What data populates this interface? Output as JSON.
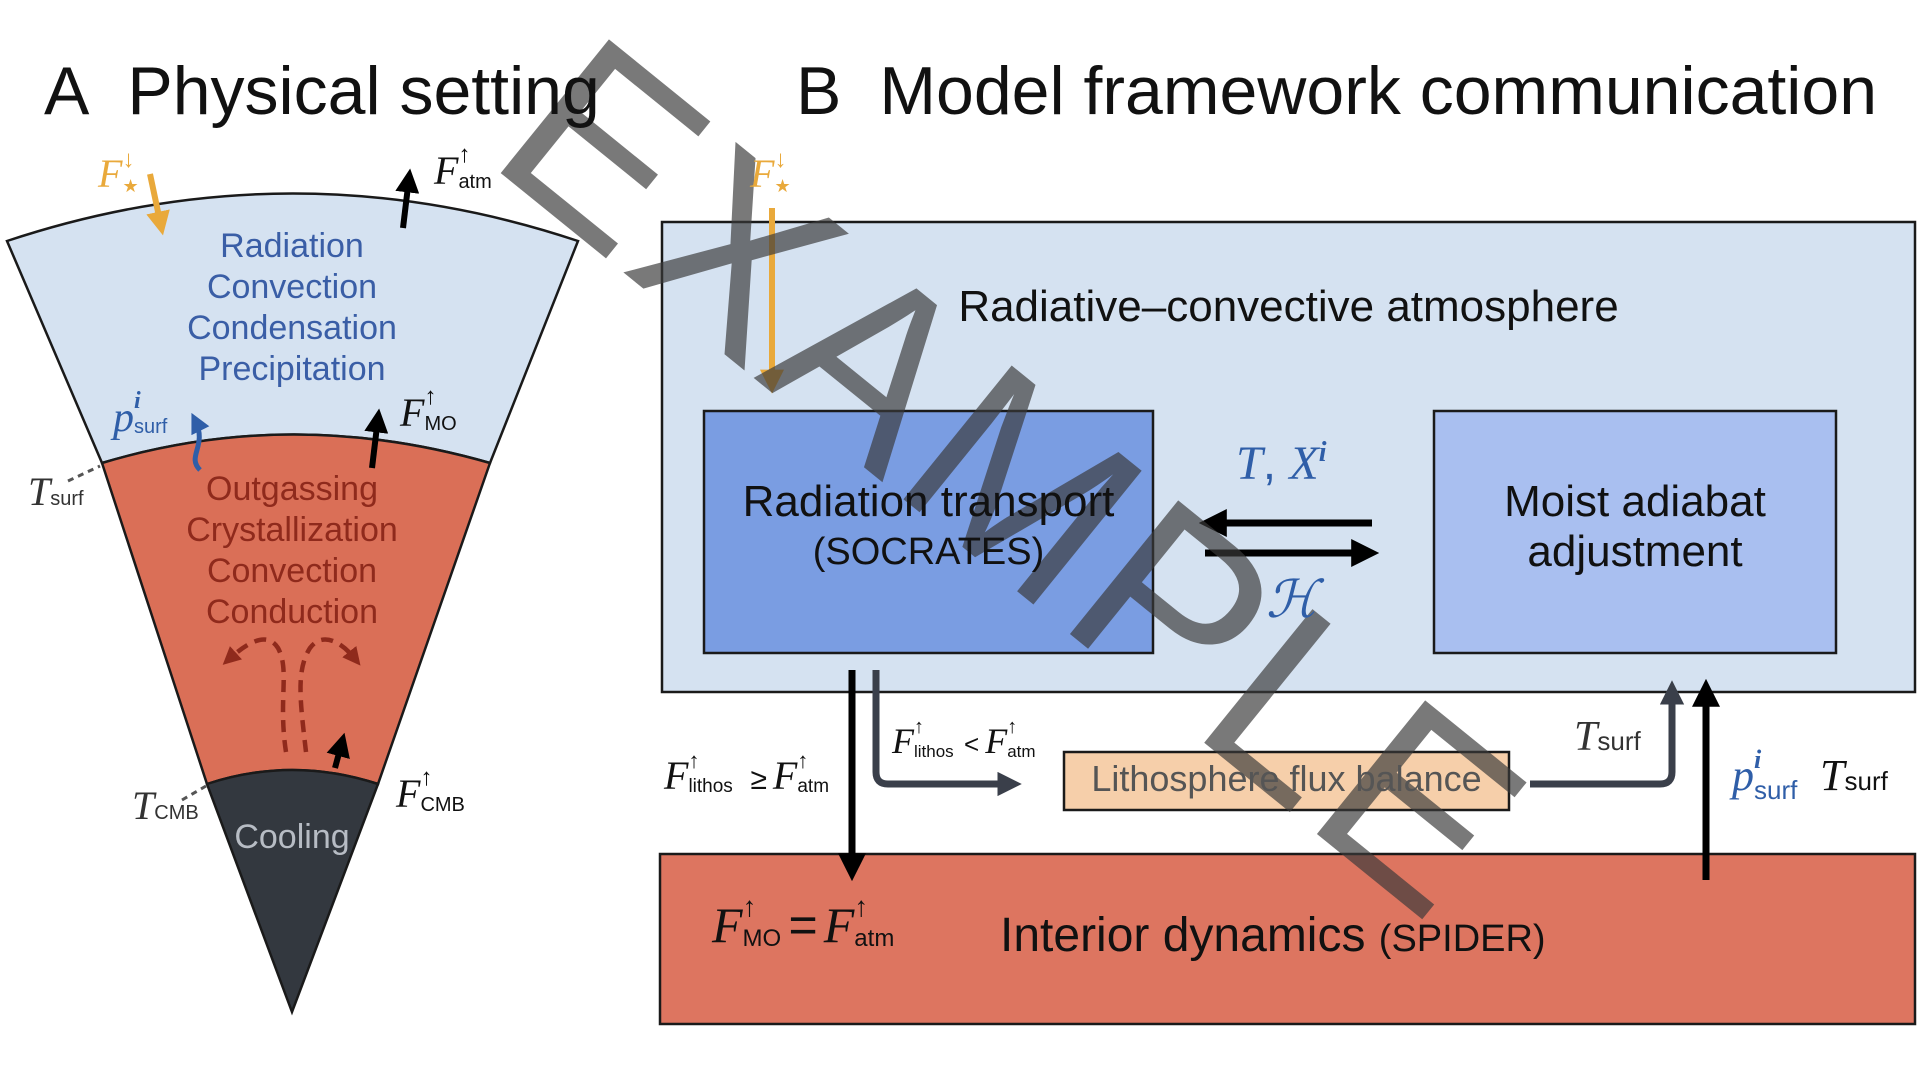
{
  "panel_a": {
    "letter": "A",
    "title": "Physical setting",
    "atmosphere_processes": [
      "Radiation",
      "Convection",
      "Condensation",
      "Precipitation"
    ],
    "mantle_processes": [
      "Outgassing",
      "Crystallization",
      "Convection",
      "Conduction"
    ],
    "core_process": "Cooling",
    "labels": {
      "f_star_sym": "F",
      "f_star_sub": "★",
      "f_star_sup": "↓",
      "f_atm_sym": "F",
      "f_atm_sub": "atm",
      "f_atm_sup": "↑",
      "p_surf_sym": "p",
      "p_surf_sup": "i",
      "p_surf_sub": "surf",
      "f_mo_sym": "F",
      "f_mo_sub": "MO",
      "f_mo_sup": "↑",
      "t_surf_sym": "T",
      "t_surf_sub": "surf",
      "t_cmb_sym": "T",
      "t_cmb_sub": "CMB",
      "f_cmb_sym": "F",
      "f_cmb_sub": "CMB",
      "f_cmb_sup": "↑"
    }
  },
  "panel_b": {
    "letter": "B",
    "title": "Model framework communication",
    "atmosphere_box": "Radiative–convective atmosphere",
    "radiation_box_line1": "Radiation transport",
    "radiation_box_line2": "(SOCRATES)",
    "moist_box_line1": "Moist adiabat",
    "moist_box_line2": "adjustment",
    "lithosphere_box": "Lithosphere flux balance",
    "interior_box_main": "Interior dynamics ",
    "interior_box_code": "(SPIDER)",
    "labels": {
      "f_star_sym": "F",
      "f_star_sub": "★",
      "f_star_sup": "↓",
      "t_x_T": "T",
      "t_x_sep": ", ",
      "t_x_X": "X",
      "t_x_sup": "i",
      "h_sym": "ℋ",
      "cond_ge_left_sym": "F",
      "cond_ge_left_sub": "lithos",
      "cond_ge_left_sup": "↑",
      "cond_ge_op": "≥",
      "cond_ge_right_sym": "F",
      "cond_ge_right_sub": "atm",
      "cond_ge_right_sup": "↑",
      "cond_lt_left_sym": "F",
      "cond_lt_left_sub": "lithos",
      "cond_lt_left_sup": "↑",
      "cond_lt_op": "<",
      "cond_lt_right_sym": "F",
      "cond_lt_right_sub": "atm",
      "cond_lt_right_sup": "↑",
      "t_surf_sym": "T",
      "t_surf_sub": "surf",
      "p_surf_sym": "p",
      "p_surf_sup": "i",
      "p_surf_sub": "surf",
      "t_surf2_sym": "T",
      "t_surf2_sub": "surf",
      "eq_left_sym": "F",
      "eq_left_sub": "MO",
      "eq_left_sup": "↑",
      "eq_op": "=",
      "eq_right_sym": "F",
      "eq_right_sub": "atm",
      "eq_right_sup": "↑"
    }
  },
  "watermark": "EXAMPLE",
  "colors": {
    "atmosphere": "#d5e2f1",
    "mantle": "#da6f57",
    "core": "#33383f",
    "radiation_box": "#7a9de2",
    "moist_box": "#a9bff0",
    "lithosphere": "#f6cfaa",
    "interior": "#dd7560",
    "stellar_arrow": "#e9a93b",
    "label_blue": "#3a5ea6",
    "label_red": "#8f2a1c"
  }
}
